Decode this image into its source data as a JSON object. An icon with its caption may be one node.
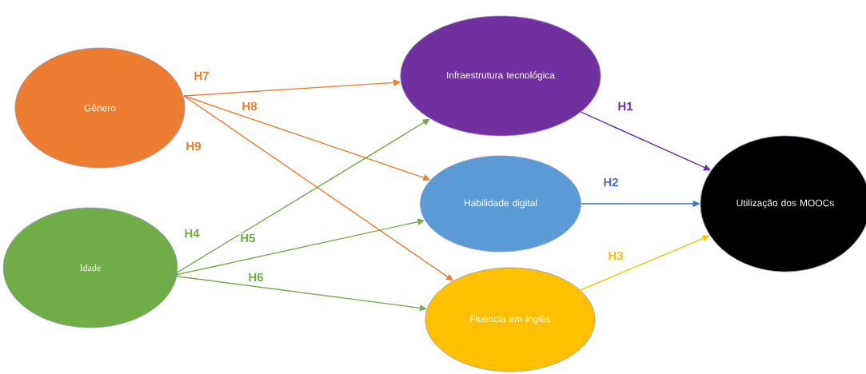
{
  "diagram": {
    "nodes": [
      {
        "text": [
          "Gênero"
        ]
      },
      {
        "text": [
          "Idade"
        ]
      },
      {
        "text": [
          "Infraestrutura tecnológica"
        ]
      },
      {
        "text": [
          "Habilidade digital"
        ]
      },
      {
        "text": [
          "Fluência em inglês"
        ]
      },
      {
        "text": [
          "Utilização dos MOOCs"
        ]
      }
    ],
    "edges": [
      {
        "from": 0,
        "to": 2,
        "arrow": "to",
        "label": "H7",
        "color": "#ed7d31"
      },
      {
        "from": 0,
        "to": 3,
        "arrow": "to",
        "label": "H8",
        "color": "#ed7d31"
      },
      {
        "from": 0,
        "to": 4,
        "arrow": "to",
        "label": "H9",
        "color": "#ed7d31"
      },
      {
        "from": 1,
        "to": 2,
        "arrow": "to",
        "label": "H4",
        "color": "#70ad47"
      },
      {
        "from": 1,
        "to": 3,
        "arrow": "to",
        "label": "H5",
        "color": "#70ad47"
      },
      {
        "from": 1,
        "to": 4,
        "arrow": "to",
        "label": "H6",
        "color": "#70ad47"
      },
      {
        "from": 2,
        "to": 5,
        "arrow": "to",
        "label": "H1",
        "color": "#7030a0"
      },
      {
        "from": 3,
        "to": 5,
        "arrow": "to",
        "label": "H2",
        "color": "#4472c4"
      },
      {
        "from": 4,
        "to": 5,
        "arrow": "to",
        "label": "H3",
        "color": "#ffc000"
      }
    ]
  }
}
